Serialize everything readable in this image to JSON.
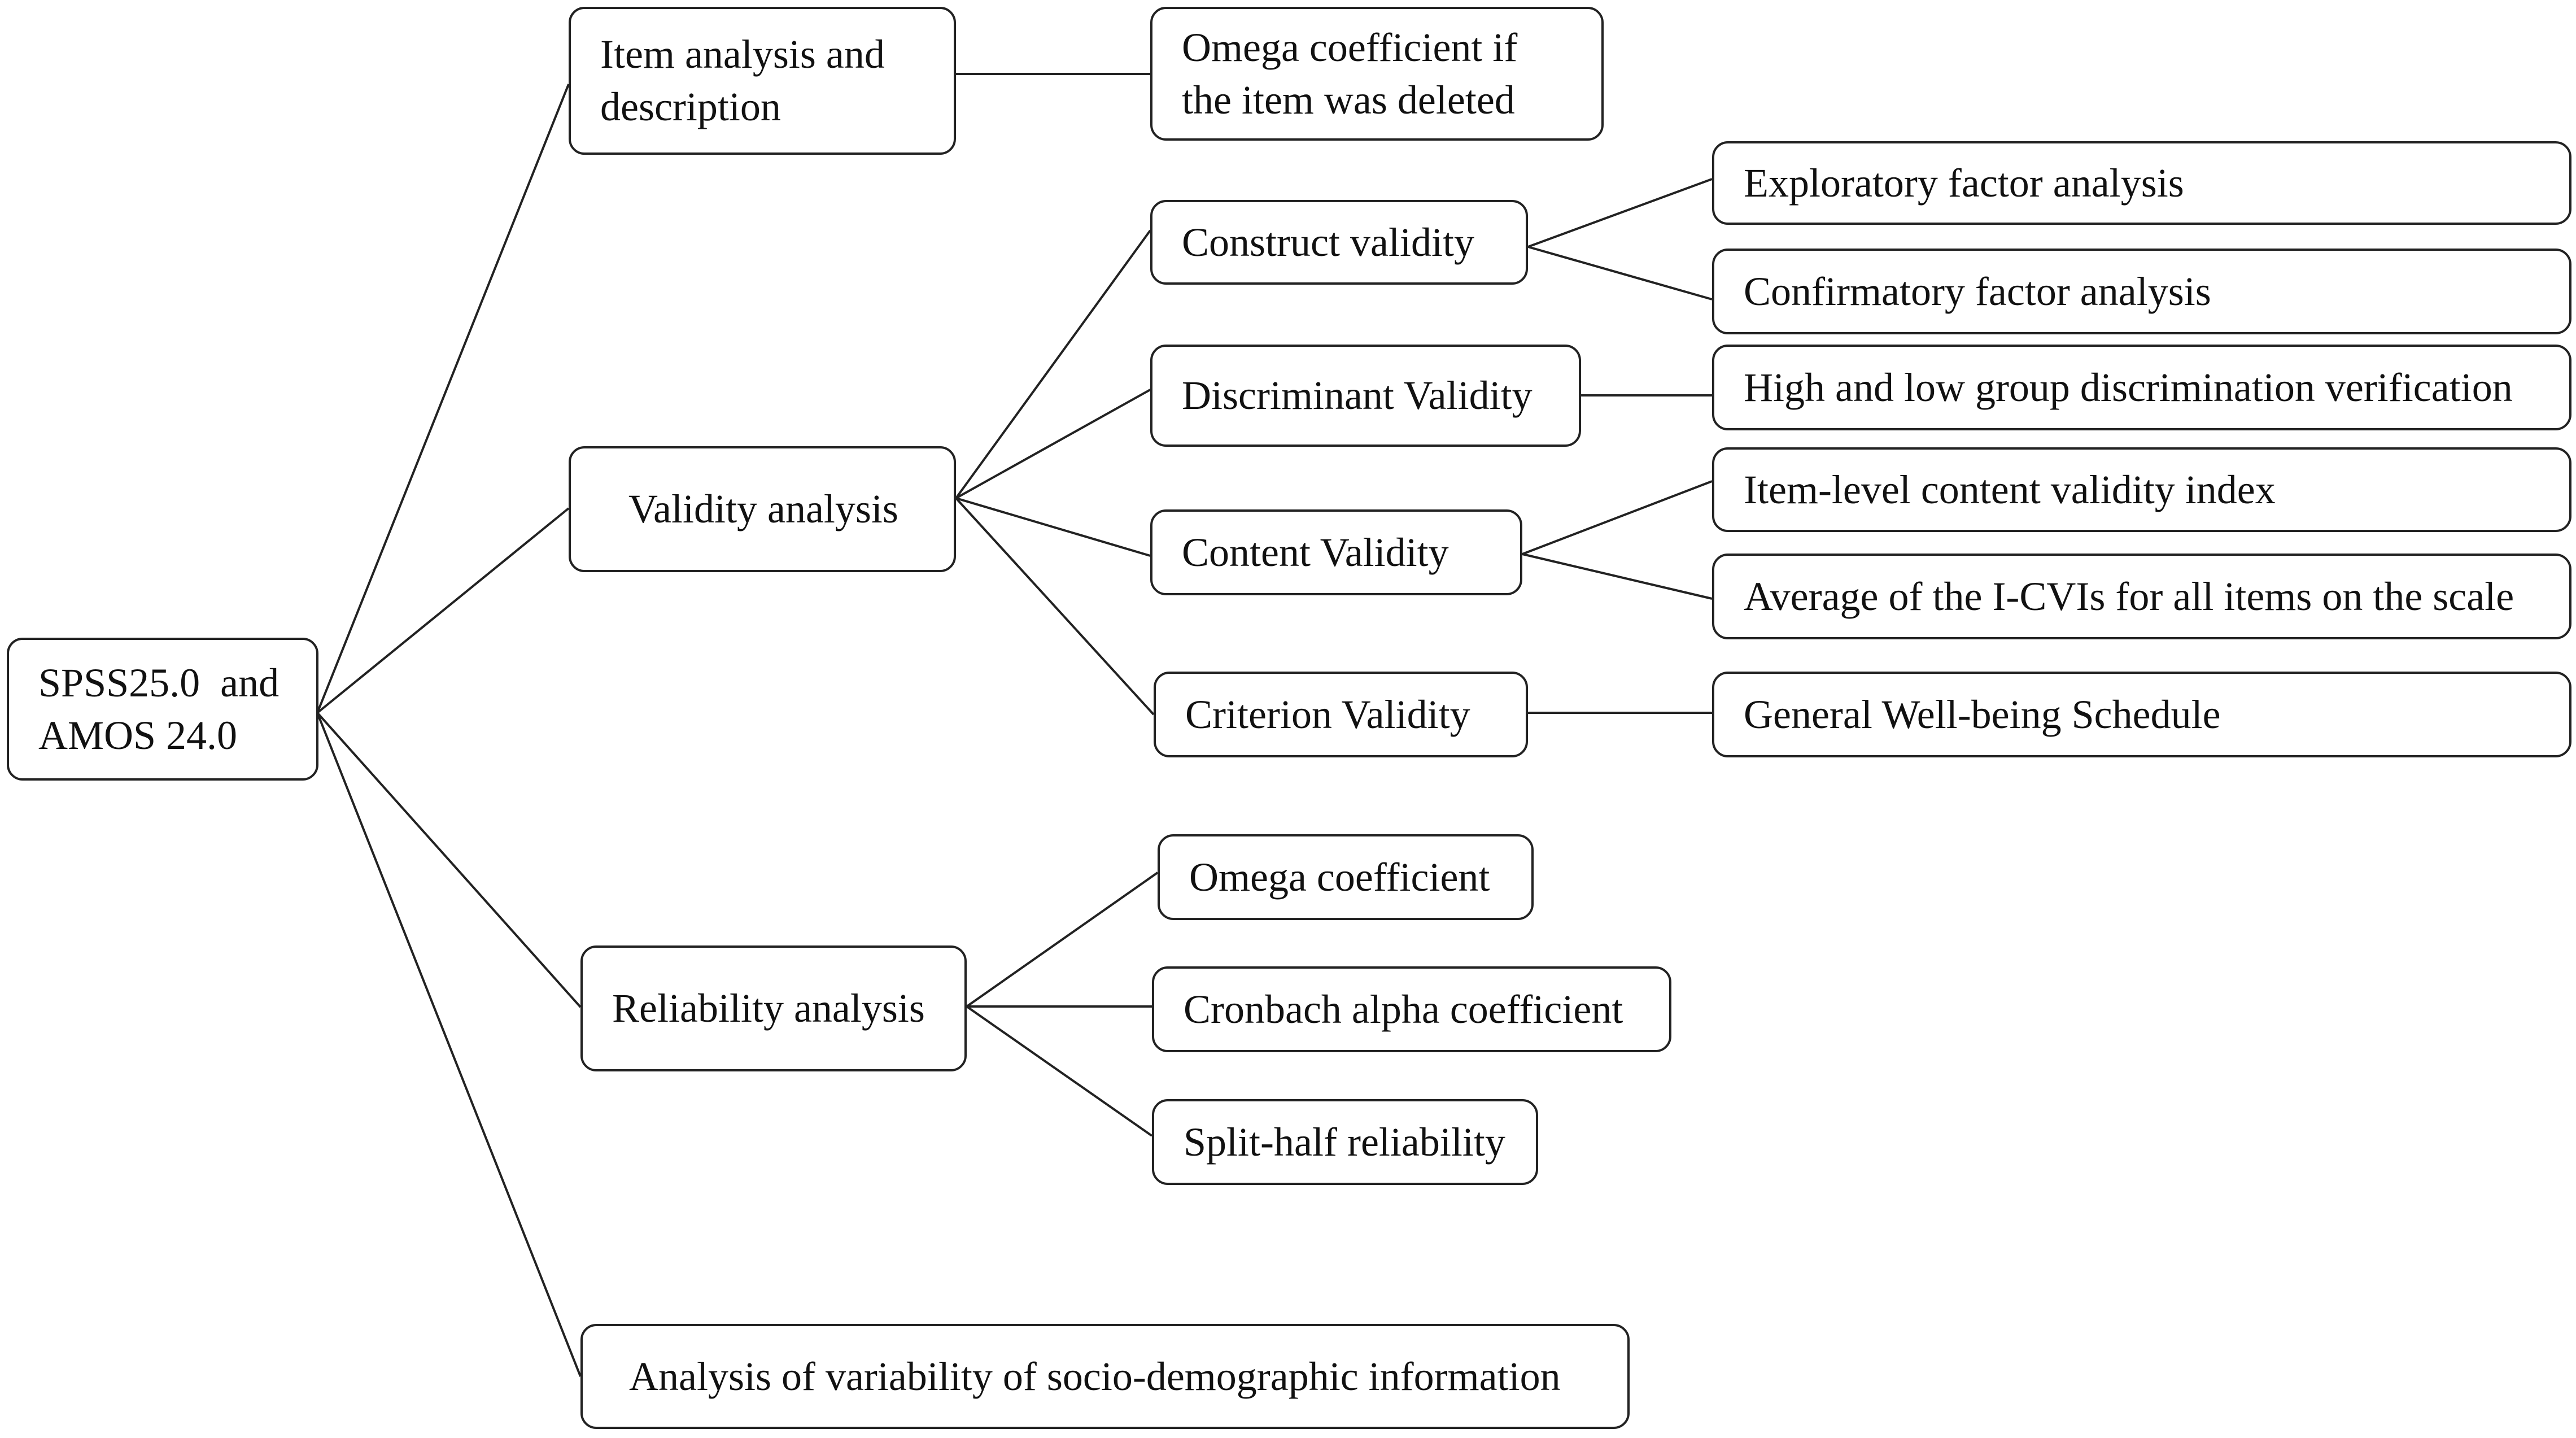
{
  "root": {
    "label_line1": "SPSS25.0  and",
    "label_line2": "AMOS 24.0"
  },
  "item_analysis": {
    "label_line1": "Item analysis and",
    "label_line2": "description",
    "child": {
      "label_line1": "Omega coefficient if",
      "label_line2": "the item was deleted"
    }
  },
  "validity": {
    "label": "Validity analysis",
    "construct": {
      "label": "Construct validity",
      "children": [
        "Exploratory factor analysis",
        "Confirmatory factor analysis"
      ]
    },
    "discriminant": {
      "label": "Discriminant Validity",
      "children": [
        "High and low group discrimination verification"
      ]
    },
    "content": {
      "label": "Content Validity",
      "children": [
        "Item-level content validity index",
        "Average of the I-CVIs for all items on the scale"
      ]
    },
    "criterion": {
      "label": "Criterion Validity",
      "children": [
        "General Well-being Schedule"
      ]
    }
  },
  "reliability": {
    "label": "Reliability analysis",
    "children": [
      "Omega coefficient",
      "Cronbach alpha coefficient",
      "Split-half reliability"
    ]
  },
  "variability": {
    "label": "Analysis of variability of socio-demographic information"
  }
}
